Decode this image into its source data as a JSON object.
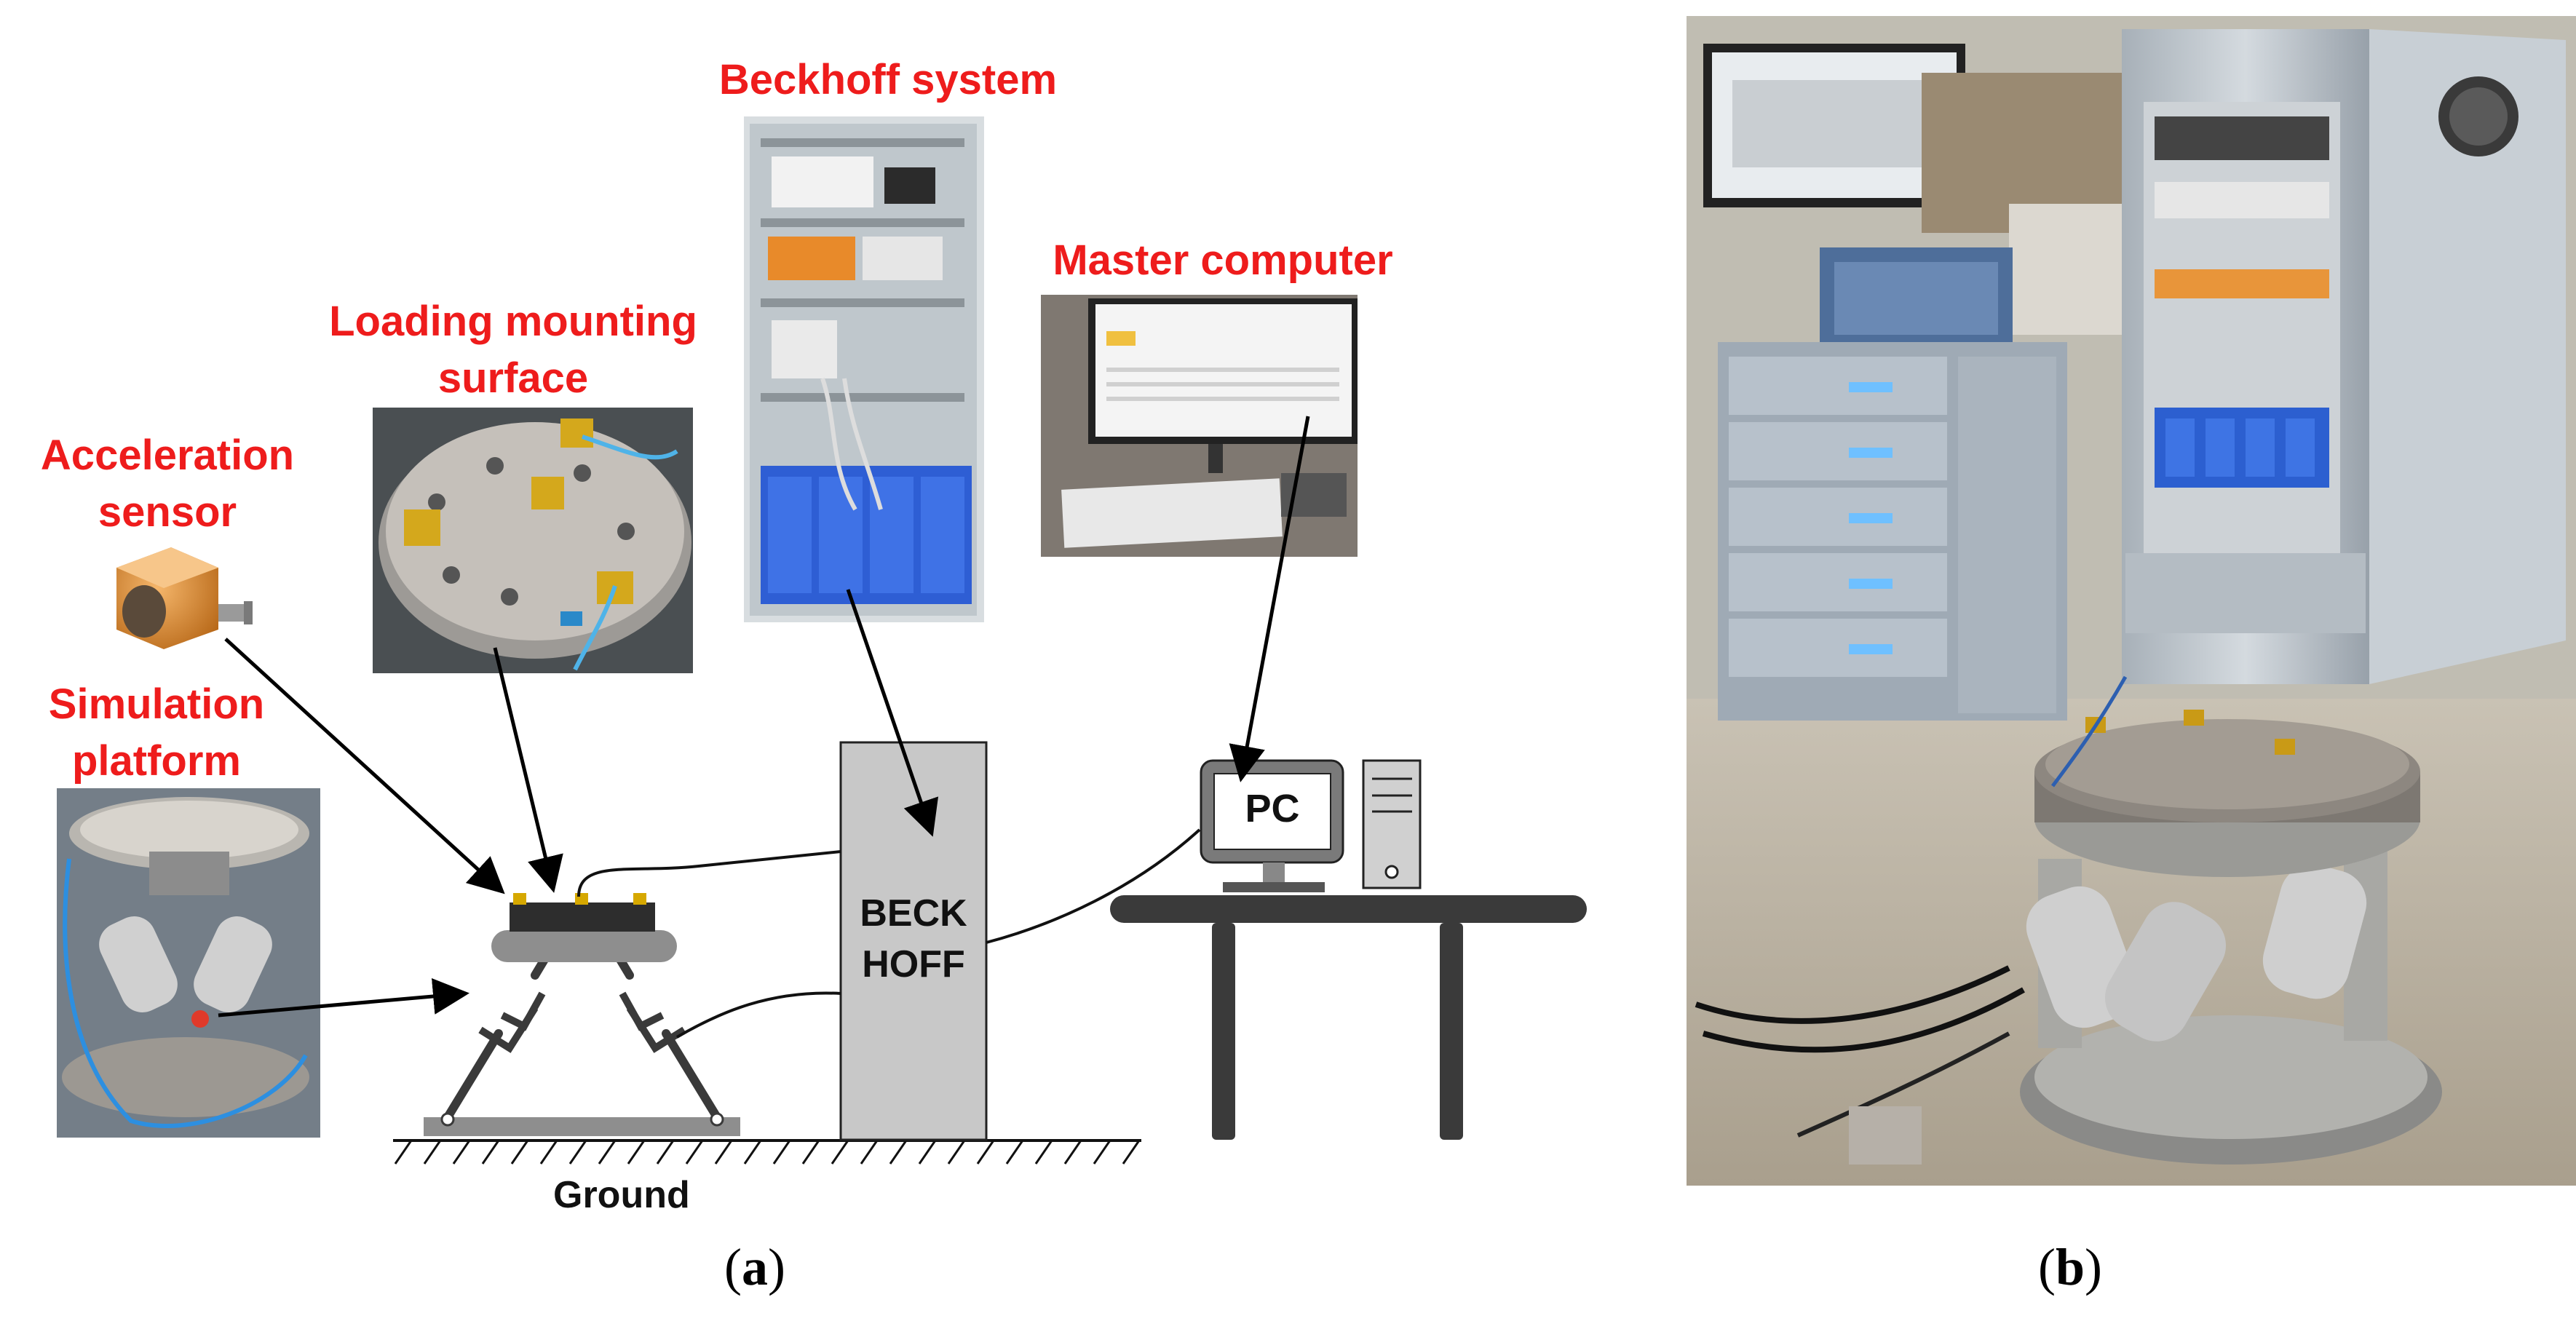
{
  "panel_a": {
    "caption_open": "(",
    "caption_letter": "a",
    "caption_close": ")",
    "labels": {
      "beckhoff_system": "Beckhoff system",
      "master_computer": "Master computer",
      "loading_surface_line1": "Loading mounting",
      "loading_surface_line2": "surface",
      "accel_line1": "Acceleration",
      "accel_line2": "sensor",
      "sim_line1": "Simulation",
      "sim_line2": "platform"
    },
    "schematic": {
      "beckhoff_box_line1": "BECK",
      "beckhoff_box_line2": "HOFF",
      "pc_label": "PC",
      "ground_label": "Ground"
    }
  },
  "panel_b": {
    "caption_open": "(",
    "caption_letter": "b",
    "caption_close": ")"
  },
  "colors": {
    "label_red": "#ee1c1c",
    "schematic_gray": "#c8c8c8",
    "schematic_dark": "#3a3a3a",
    "platform_blue": "#3a6fd8"
  }
}
